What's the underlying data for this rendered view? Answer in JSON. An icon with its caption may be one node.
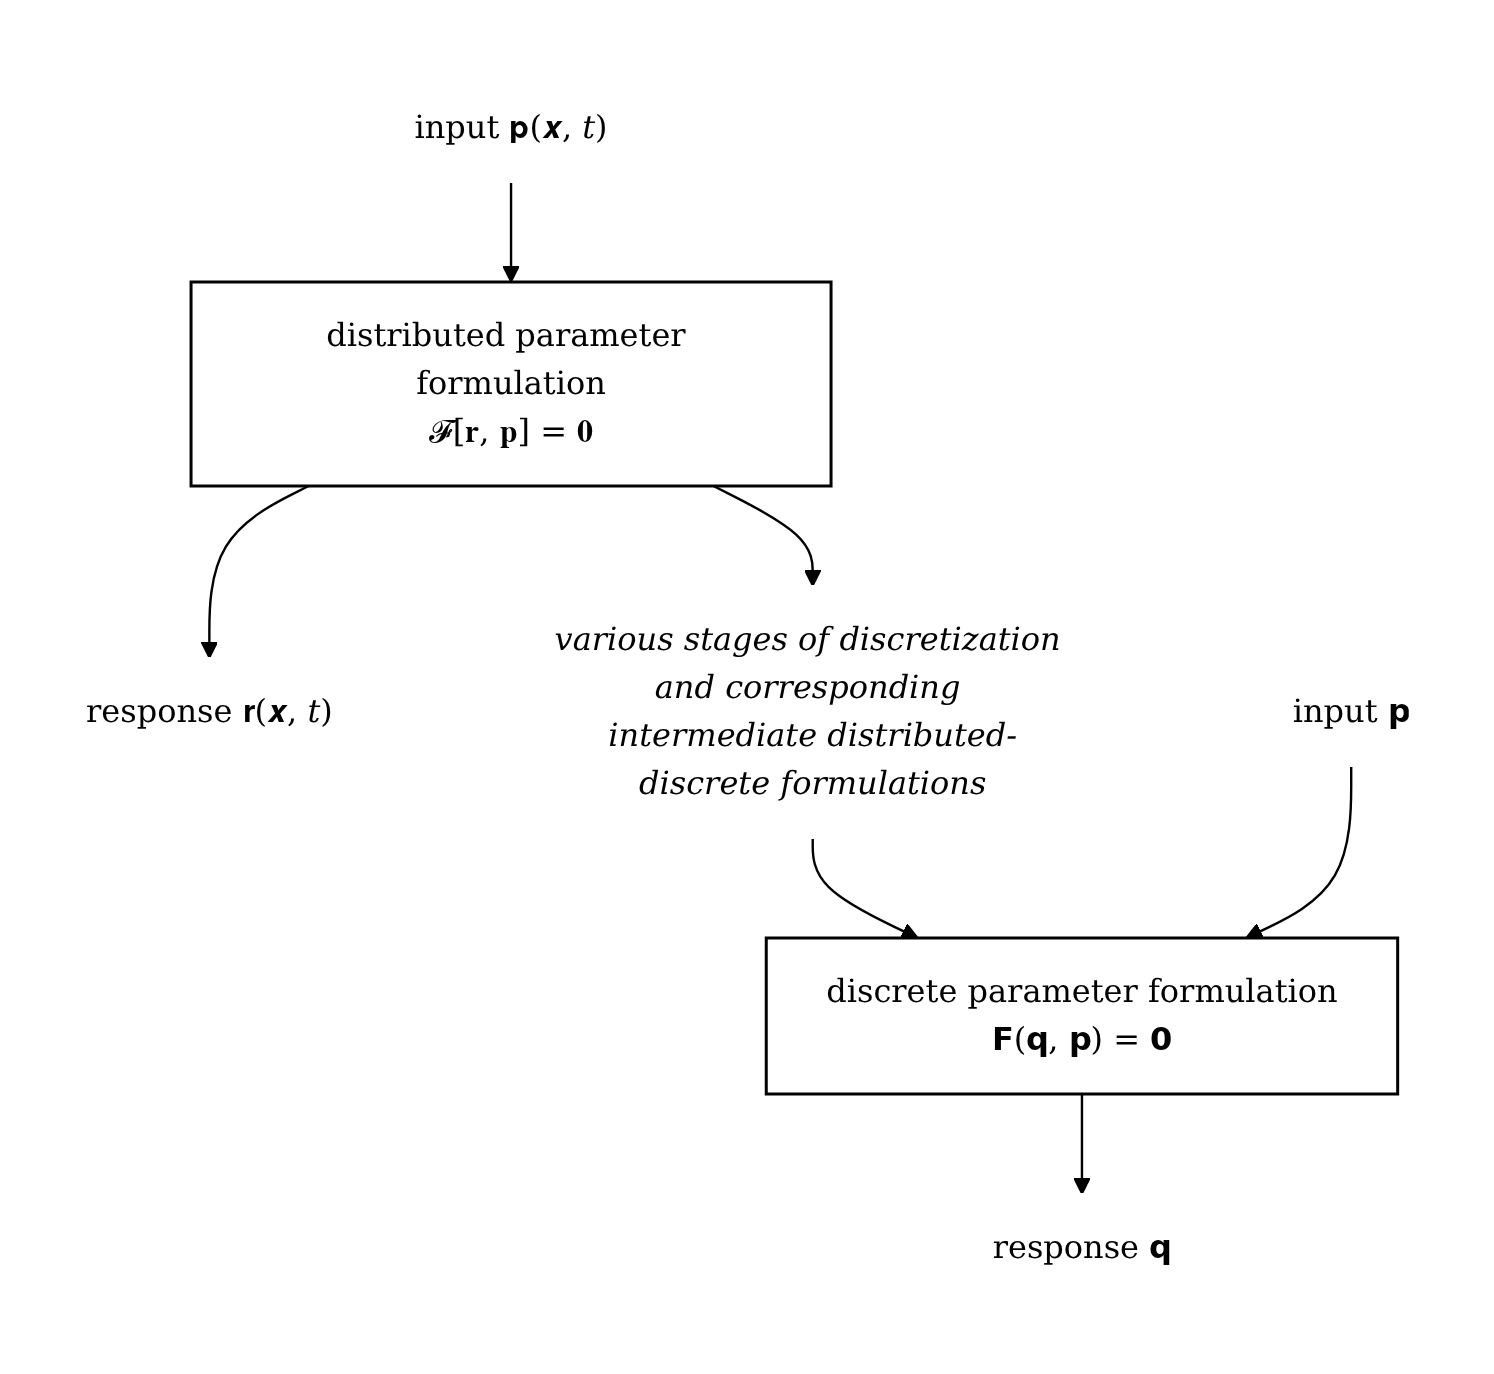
{
  "diagram": {
    "nodes": [
      {
        "text": [
          "input 𝐩(𝒙, 𝑡)"
        ]
      },
      {
        "text": [
          "distributed parameter formulation",
          "𝓕[𝐫, 𝐩] = 𝟎"
        ]
      },
      {
        "text": [
          "response 𝐫(𝒙, 𝑡)"
        ]
      },
      {
        "text": [
          "various stages of discretization and corresponding intermediate distributed-discrete formulations"
        ]
      },
      {
        "text": [
          "input 𝗽"
        ]
      },
      {
        "text": [
          "discrete parameter formulation",
          "𝗙(𝗾, 𝗽) = 𝟬"
        ]
      },
      {
        "text": [
          "response 𝗾"
        ]
      }
    ],
    "edges": [
      {
        "from": 0,
        "to": 1,
        "arrow": "to"
      },
      {
        "from": 1,
        "to": 2,
        "arrow": "to"
      },
      {
        "from": 1,
        "to": 3,
        "arrow": "to"
      },
      {
        "from": 3,
        "to": 5,
        "arrow": "to"
      },
      {
        "from": 4,
        "to": 5,
        "arrow": "to"
      },
      {
        "from": 5,
        "to": 6,
        "arrow": "to"
      }
    ]
  }
}
